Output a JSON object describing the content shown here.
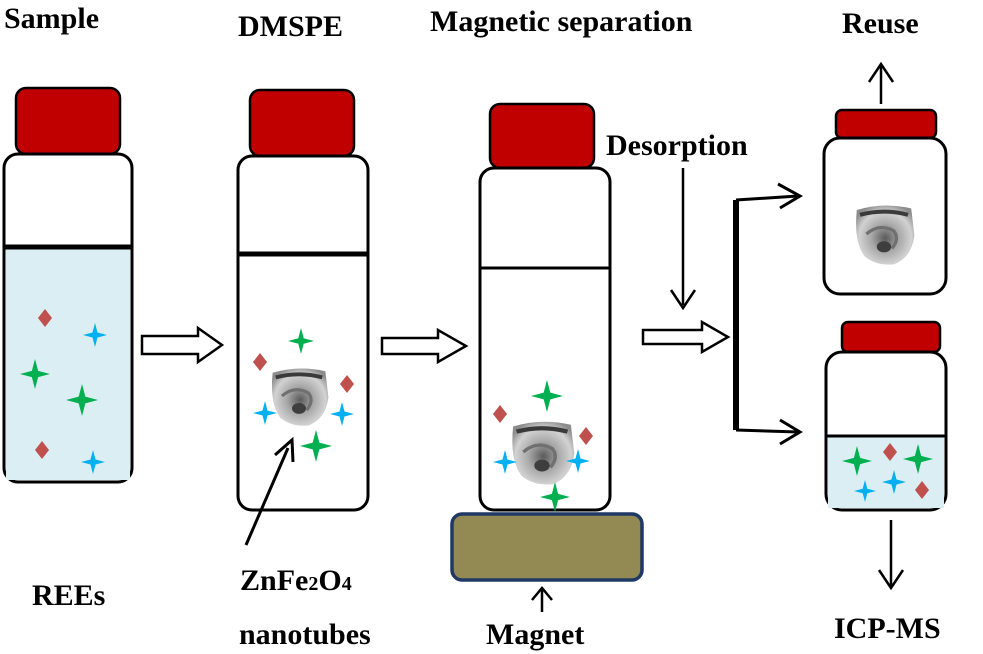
{
  "labels": {
    "sample": "Sample",
    "dmspe": "DMSPE",
    "magnetic_separation": "Magnetic separation",
    "reuse": "Reuse",
    "desorption": "Desorption",
    "rees": "REEs",
    "zn_prefix": "ZnFe",
    "zn_sub1": "2",
    "zn_o": "O",
    "zn_sub2": "4",
    "nanotubes": "nanotubes",
    "magnet": "Magnet",
    "icpms": "ICP-MS"
  },
  "colors": {
    "cap": "#c00000",
    "solution": "#dbeef3",
    "diamond": "#c0504d",
    "green_star": "#00b050",
    "blue_star": "#00b0f0",
    "magnet_fill": "#938953",
    "magnet_border": "#1f3864",
    "nanotube_gray": "#9a9a9a"
  },
  "icons": {
    "ree_diamond": "diamond-shape",
    "ree_green": "four-point-star",
    "ree_blue": "four-point-star",
    "nanotube": "gray-porous-particle"
  }
}
